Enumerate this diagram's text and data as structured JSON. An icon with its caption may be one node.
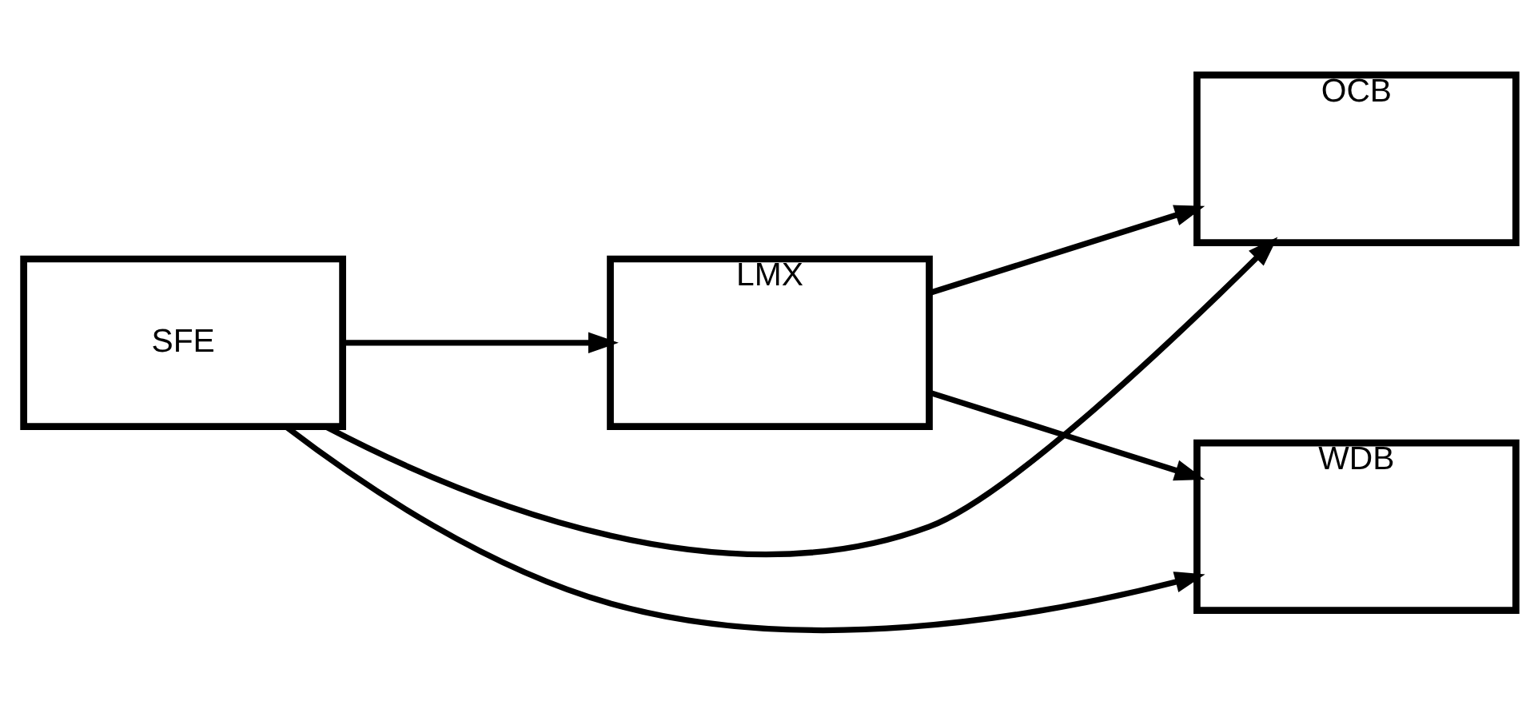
{
  "diagram": {
    "nodes": [
      {
        "text": [
          "SFE"
        ]
      },
      {
        "text": [
          "LMX"
        ]
      },
      {
        "text": [
          "OCB"
        ]
      },
      {
        "text": [
          "WDB"
        ]
      }
    ],
    "edges": [
      {
        "from": 0,
        "to": 2,
        "arrow": "to"
      },
      {
        "from": 0,
        "to": 1,
        "arrow": "to"
      },
      {
        "from": 0,
        "to": 3,
        "arrow": "to"
      },
      {
        "from": 1,
        "to": 2,
        "arrow": "to"
      },
      {
        "from": 1,
        "to": 3,
        "arrow": "to"
      }
    ]
  }
}
